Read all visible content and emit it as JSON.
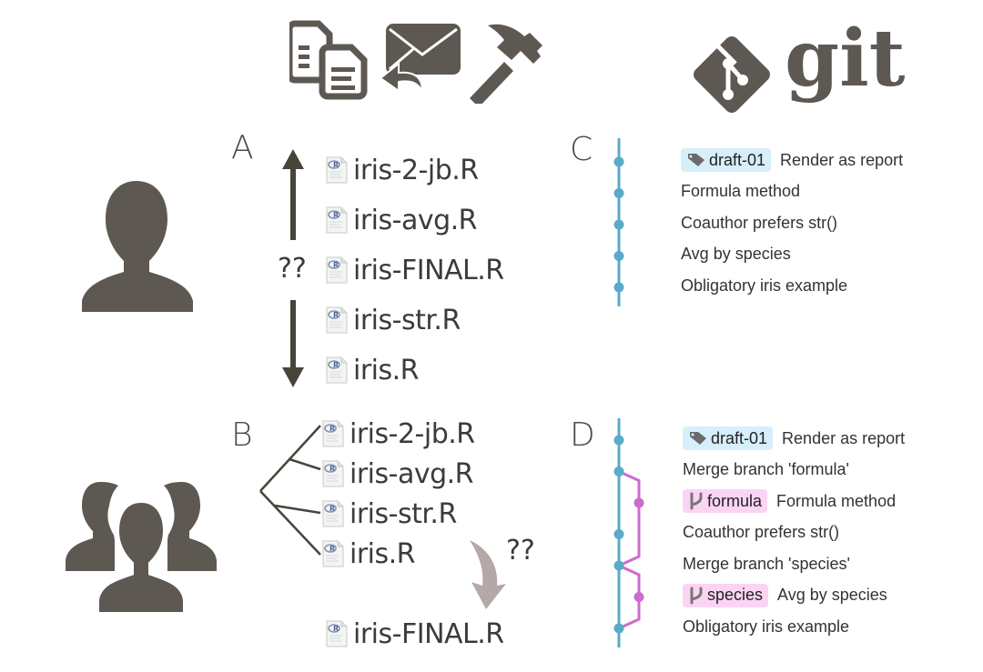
{
  "colors": {
    "icon_gray": "#5e5853",
    "trunk_blue": "#5aabc8",
    "branch_magenta": "#cc6ccc",
    "tag_bg": "#d6effa",
    "branch_bg": "#fbd4f4",
    "arrow_dark": "#47443a",
    "curved_arrow": "#b5a9a8"
  },
  "header": {
    "left_icons": [
      "copy-documents-icon",
      "email-reply-icon",
      "hammer-icon"
    ],
    "right_logo": {
      "icon": "git-logo-icon",
      "text": "git"
    }
  },
  "people": {
    "single": "person-icon",
    "group": "group-icon"
  },
  "panel_a": {
    "letter": "A",
    "question": "??",
    "files": [
      "iris-2-jb.R",
      "iris-avg.R",
      "iris-FINAL.R",
      "iris-str.R",
      "iris.R"
    ]
  },
  "panel_b": {
    "letter": "B",
    "question": "??",
    "files": [
      "iris-2-jb.R",
      "iris-avg.R",
      "iris-str.R",
      "iris.R"
    ],
    "result_file": "iris-FINAL.R"
  },
  "panel_c": {
    "letter": "C",
    "commits": [
      {
        "tag": "draft-01",
        "message": "Render as report"
      },
      {
        "message": "Formula method"
      },
      {
        "message": "Coauthor prefers str()"
      },
      {
        "message": "Avg by species"
      },
      {
        "message": "Obligatory iris example"
      }
    ]
  },
  "panel_d": {
    "letter": "D",
    "commits": [
      {
        "tag": "draft-01",
        "message": "Render as report",
        "lane": "trunk"
      },
      {
        "message": "Merge branch 'formula'",
        "lane": "trunk"
      },
      {
        "branch": "formula",
        "message": "Formula method",
        "lane": "branch"
      },
      {
        "message": "Coauthor prefers str()",
        "lane": "trunk"
      },
      {
        "message": "Merge branch 'species'",
        "lane": "trunk"
      },
      {
        "branch": "species",
        "message": "Avg by species",
        "lane": "branch"
      },
      {
        "message": "Obligatory iris example",
        "lane": "trunk"
      }
    ]
  }
}
